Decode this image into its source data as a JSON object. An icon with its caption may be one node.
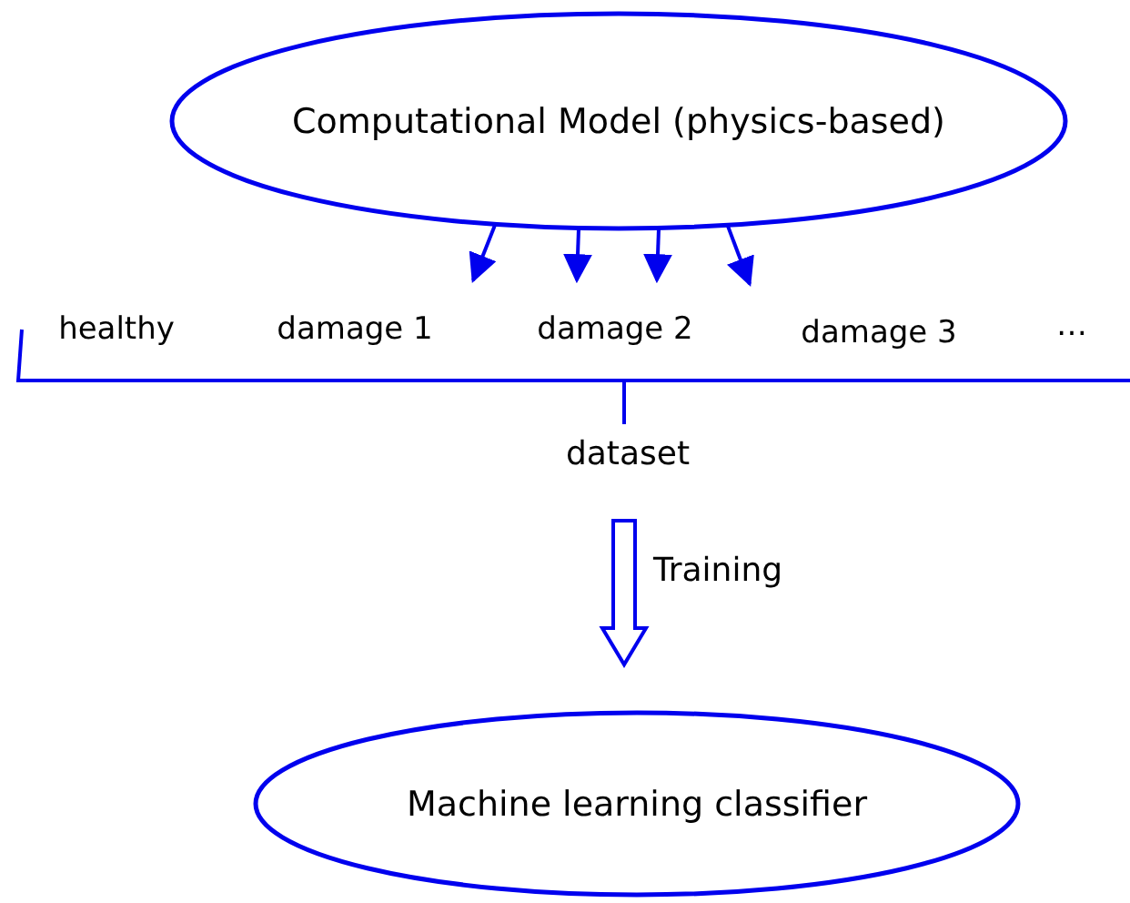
{
  "diagram": {
    "nodes": [
      {
        "text": [
          "Computational Model (physics-based)"
        ]
      },
      {
        "text": [
          "healthy"
        ]
      },
      {
        "text": [
          "damage 1"
        ]
      },
      {
        "text": [
          "damage 2"
        ]
      },
      {
        "text": [
          "damage 3"
        ]
      },
      {
        "text": [
          "…"
        ]
      },
      {
        "text": [
          "dataset"
        ]
      },
      {
        "text": [
          "Machine learning classifier"
        ]
      }
    ],
    "edges": [
      {
        "from": 0,
        "to": 2,
        "arrow": "to"
      },
      {
        "from": 0,
        "to": 3,
        "arrow": "to"
      },
      {
        "from": 0,
        "to": 3,
        "arrow": "to"
      },
      {
        "from": 0,
        "to": 4,
        "arrow": "to"
      },
      {
        "from": 6,
        "to": 7,
        "arrow": "to",
        "label": "Training",
        "style": "thick"
      }
    ]
  }
}
